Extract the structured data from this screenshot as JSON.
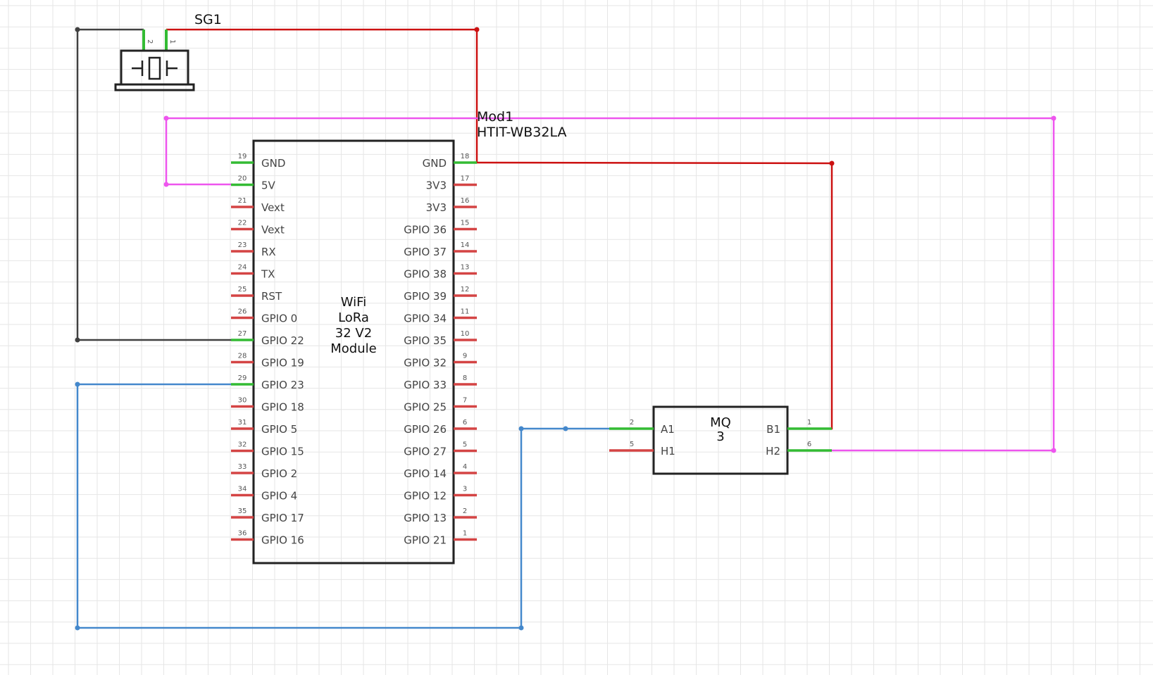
{
  "colors": {
    "grid": "#e6e6e6",
    "wire_red": "#cc1111",
    "wire_black": "#404040",
    "wire_magenta": "#ee55ee",
    "wire_blue": "#4488cc",
    "pin_connected": "#33bb33",
    "pin_unconnected": "#d44444",
    "part_outline": "#222222"
  },
  "buzzer": {
    "ref": "SG1",
    "pins": [
      "2",
      "1"
    ]
  },
  "module": {
    "ref": "Mod1",
    "value": "HTIT-WB32LA",
    "center_text": [
      "WiFi",
      "LoRa",
      "32 V2",
      "Module"
    ],
    "left_pins": [
      {
        "num": "19",
        "name": "GND",
        "connected": true
      },
      {
        "num": "20",
        "name": "5V",
        "connected": true
      },
      {
        "num": "21",
        "name": "Vext",
        "connected": false
      },
      {
        "num": "22",
        "name": "Vext",
        "connected": false
      },
      {
        "num": "23",
        "name": "RX",
        "connected": false
      },
      {
        "num": "24",
        "name": "TX",
        "connected": false
      },
      {
        "num": "25",
        "name": "RST",
        "connected": false
      },
      {
        "num": "26",
        "name": "GPIO 0",
        "connected": false
      },
      {
        "num": "27",
        "name": "GPIO 22",
        "connected": true
      },
      {
        "num": "28",
        "name": "GPIO 19",
        "connected": false
      },
      {
        "num": "29",
        "name": "GPIO 23",
        "connected": true
      },
      {
        "num": "30",
        "name": "GPIO 18",
        "connected": false
      },
      {
        "num": "31",
        "name": "GPIO 5",
        "connected": false
      },
      {
        "num": "32",
        "name": "GPIO 15",
        "connected": false
      },
      {
        "num": "33",
        "name": "GPIO 2",
        "connected": false
      },
      {
        "num": "34",
        "name": "GPIO 4",
        "connected": false
      },
      {
        "num": "35",
        "name": "GPIO 17",
        "connected": false
      },
      {
        "num": "36",
        "name": "GPIO 16",
        "connected": false
      }
    ],
    "right_pins": [
      {
        "num": "18",
        "name": "GND",
        "connected": true
      },
      {
        "num": "17",
        "name": "3V3",
        "connected": false
      },
      {
        "num": "16",
        "name": "3V3",
        "connected": false
      },
      {
        "num": "15",
        "name": "GPIO 36",
        "connected": false
      },
      {
        "num": "14",
        "name": "GPIO 37",
        "connected": false
      },
      {
        "num": "13",
        "name": "GPIO 38",
        "connected": false
      },
      {
        "num": "12",
        "name": "GPIO 39",
        "connected": false
      },
      {
        "num": "11",
        "name": "GPIO 34",
        "connected": false
      },
      {
        "num": "10",
        "name": "GPIO 35",
        "connected": false
      },
      {
        "num": "9",
        "name": "GPIO 32",
        "connected": false
      },
      {
        "num": "8",
        "name": "GPIO 33",
        "connected": false
      },
      {
        "num": "7",
        "name": "GPIO 25",
        "connected": false
      },
      {
        "num": "6",
        "name": "GPIO 26",
        "connected": false
      },
      {
        "num": "5",
        "name": "GPIO 27",
        "connected": false
      },
      {
        "num": "4",
        "name": "GPIO 14",
        "connected": false
      },
      {
        "num": "3",
        "name": "GPIO 12",
        "connected": false
      },
      {
        "num": "2",
        "name": "GPIO 13",
        "connected": false
      },
      {
        "num": "1",
        "name": "GPIO 21",
        "connected": false
      }
    ]
  },
  "sensor": {
    "center_text": [
      "MQ",
      "3"
    ],
    "left_pins": [
      {
        "num": "2",
        "name": "A1",
        "connected": true
      },
      {
        "num": "5",
        "name": "H1",
        "connected": false
      }
    ],
    "right_pins": [
      {
        "num": "1",
        "name": "B1",
        "connected": true
      },
      {
        "num": "6",
        "name": "H2",
        "connected": true
      }
    ]
  }
}
